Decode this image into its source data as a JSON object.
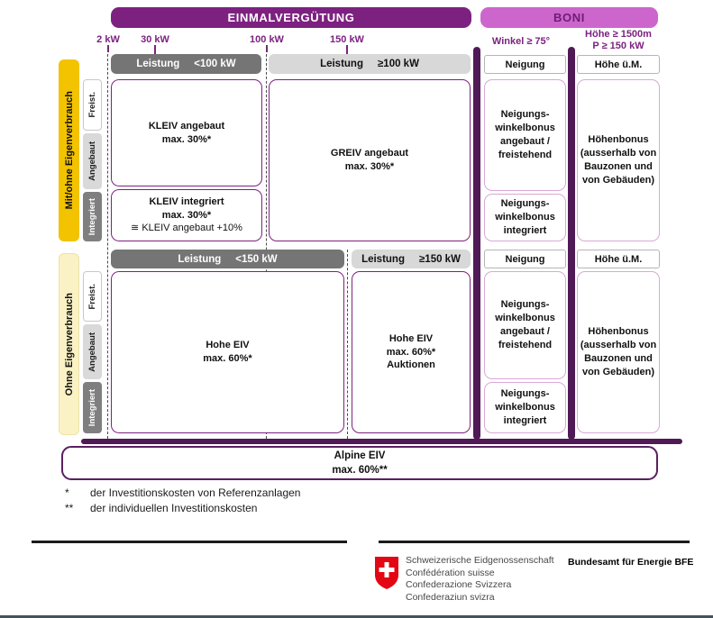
{
  "title_bars": {
    "eiv": "EINMALVERGÜTUNG",
    "boni": "BONI"
  },
  "scale": {
    "kw": [
      "2 kW",
      "30 kW",
      "100 kW",
      "150 kW"
    ],
    "winkel": "Winkel ≥ 75°",
    "hoehe": "Höhe ≥ 1500m\nP ≥ 150 kW"
  },
  "leistung": {
    "label": "Leistung",
    "s1_small": "<100 kW",
    "s1_big": "≥100 kW",
    "s2_small": "<150 kW",
    "s2_big": "≥150 kW"
  },
  "left": {
    "top_group": "Mit/ohne Eigenverbrauch",
    "bottom_group": "Ohne Eigenverbrauch",
    "mount_types": [
      "Freist.",
      "Angebaut",
      "Integriert"
    ]
  },
  "boxes": {
    "kleiv_angebaut": "KLEIV angebaut\nmax. 30%*",
    "kleiv_integriert": "KLEIV integriert\nmax. 30%*",
    "kleiv_integriert_note": "≅ KLEIV angebaut +10%",
    "greiv": "GREIV angebaut\nmax. 30%*",
    "hohe_eiv": "Hohe EIV\nmax. 60%*",
    "hohe_eiv_auktionen": "Hohe EIV\nmax. 60%*\nAuktionen",
    "alpine": "Alpine EIV\nmax. 60%**"
  },
  "boni": {
    "neigung_header": "Neigung",
    "hoehe_header": "Höhe ü.M.",
    "neigungsbonus_angebaut": "Neigungs-\nwinkelbonus\nangebaut /\nfreistehend",
    "neigungsbonus_integriert": "Neigungs-\nwinkelbonus\nintegriert",
    "hoehenbonus": "Höhenbonus\n(ausserhalb von\nBauzonen und\nvon Gebäuden)"
  },
  "footnotes": [
    {
      "marker": "*",
      "text": "der Investitionskosten von Referenzanlagen"
    },
    {
      "marker": "**",
      "text": "der individuellen Investitionskosten"
    }
  ],
  "footer": {
    "flag_icon": "swiss-cross",
    "confederation_lines": [
      "Schweizerische Eidgenossenschaft",
      "Confédération suisse",
      "Confederazione Svizzera",
      "Confederaziun svizra"
    ],
    "office": "Bundesamt für Energie BFE"
  },
  "colors": {
    "purple_dark": "#7D2181",
    "purple_deep": "#4F1A55",
    "boni_pink": "#CC66CC",
    "gold": "#F3C300",
    "pale_yellow": "#FAF2C4",
    "gray_dark": "#757575",
    "gray_light": "#D8D8D8",
    "swiss_red": "#E30613"
  }
}
